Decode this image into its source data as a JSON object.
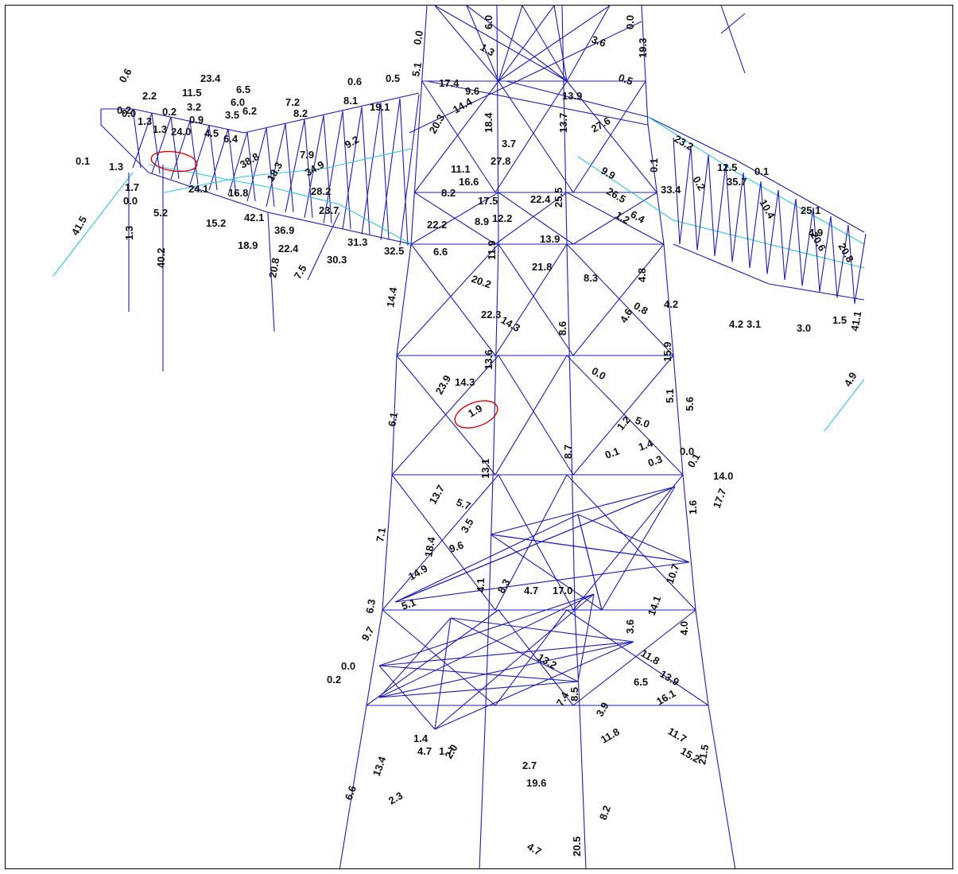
{
  "colors": {
    "member_primary": "#1c1cb8",
    "member_secondary": "#2ec4e8",
    "highlight_ring": "#e00000",
    "label_text": "#111111",
    "background": "#ffffff"
  },
  "labels": {
    "top_left": [
      "0.6",
      "2.2",
      "11.5",
      "23.4",
      "6.5",
      "6.0",
      "0.6",
      "0.5",
      "5.1",
      "0.0",
      "1.3",
      "6.0",
      "3.6",
      "0.0",
      "19.3",
      "0.5",
      "0.2",
      "1.3",
      "0.2",
      "3.2",
      "0.9",
      "3.5",
      "6.2",
      "7.2",
      "8.2",
      "8.1",
      "19.1",
      "17.4",
      "9.6",
      "14.4",
      "13.9",
      "0.0",
      "1.3",
      "24.0",
      "4.5",
      "6.4",
      "9.2",
      "7.9",
      "34.9",
      "28.2",
      "23.7",
      "38.8",
      "18.3",
      "16.8",
      "15.2",
      "42.1",
      "36.9",
      "31.3",
      "32.5",
      "18.9",
      "22.4",
      "30.3",
      "20.8",
      "7.5",
      "41.5",
      "0.1",
      "1.3",
      "1.7",
      "0.0",
      "5.2",
      "1.3",
      "40.2",
      "24.1",
      "20.3",
      "3.7",
      "27.8",
      "11.1",
      "16.6",
      "8.2",
      "18.4",
      "13.7",
      "27.6",
      "23.2",
      "0.1",
      "33.4",
      "0.2",
      "12.5",
      "0.1",
      "35.7",
      "10.4",
      "25.1",
      "20.6",
      "20.8",
      "4.9",
      "22.4",
      "13.9",
      "21.8",
      "12.2",
      "8.9",
      "17.5",
      "22.2",
      "6.6",
      "11.9",
      "20.2",
      "25.5",
      "9.9",
      "26.5",
      "1.2",
      "6.4",
      "8.3",
      "4.8",
      "4.6",
      "0.8",
      "4.2",
      "4.2",
      "3.1",
      "3.0",
      "1.5",
      "41.1",
      "4.9",
      "14.4",
      "22.3",
      "14.3",
      "8.6",
      "13.6",
      "14.3",
      "23.9",
      "1.9",
      "0.0",
      "15.9",
      "5.1",
      "5.6",
      "6.1",
      "5.0",
      "1.2",
      "1.4",
      "0.1",
      "0.0",
      "0.3",
      "0.1",
      "14.0",
      "1.6",
      "17.7",
      "8.7",
      "13.1",
      "13.7",
      "5.7",
      "7.1",
      "3.5",
      "18.4",
      "9.6",
      "14.9",
      "5.1",
      "6.3",
      "0.0",
      "0.2",
      "9.7",
      "4.1",
      "8.3",
      "4.7",
      "17.0",
      "10.7",
      "14.1",
      "4.0",
      "3.6",
      "11.8",
      "13.9",
      "6.5",
      "16.1",
      "11.7",
      "15.2",
      "21.5",
      "11.8",
      "3.9",
      "8.5",
      "7.4",
      "2.7",
      "19.6",
      "1.4",
      "4.7",
      "1.7",
      "2.0",
      "13.4",
      "2.3",
      "6.6",
      "4.7",
      "20.5",
      "8.2",
      "13.2"
    ]
  }
}
